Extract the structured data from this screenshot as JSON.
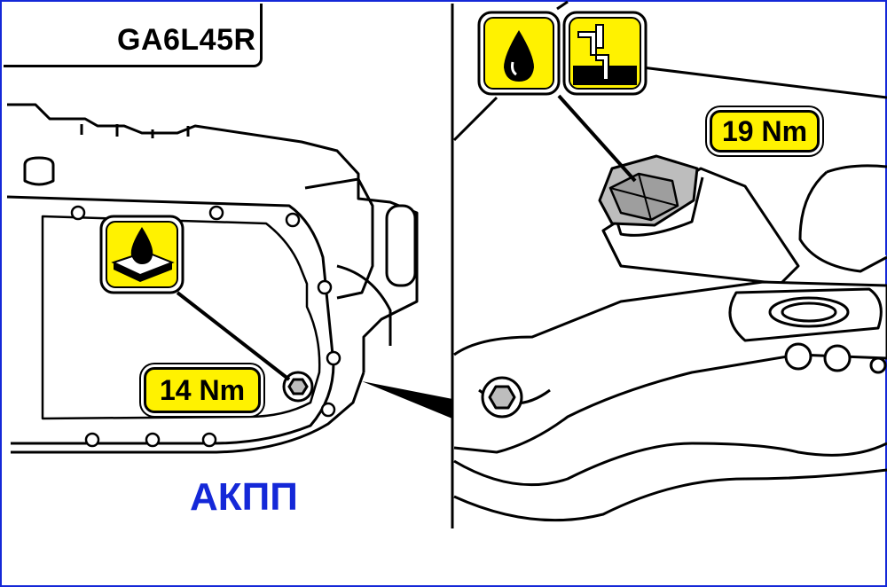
{
  "model": {
    "code": "GA6L45R",
    "icon": "transmission-icon"
  },
  "left_panel": {
    "torque_label": "14 Nm",
    "symbol_icon": "oil-pan-fluid-icon"
  },
  "right_panel": {
    "torque_label": "19 Nm",
    "symbol_icons": [
      "fluid-drop-icon",
      "fluid-level-check-icon"
    ]
  },
  "caption": {
    "text": "АКПП"
  },
  "colors": {
    "badge": "#fff200",
    "caption": "#1428d8",
    "frame": "#1428d8",
    "line": "#000000"
  }
}
